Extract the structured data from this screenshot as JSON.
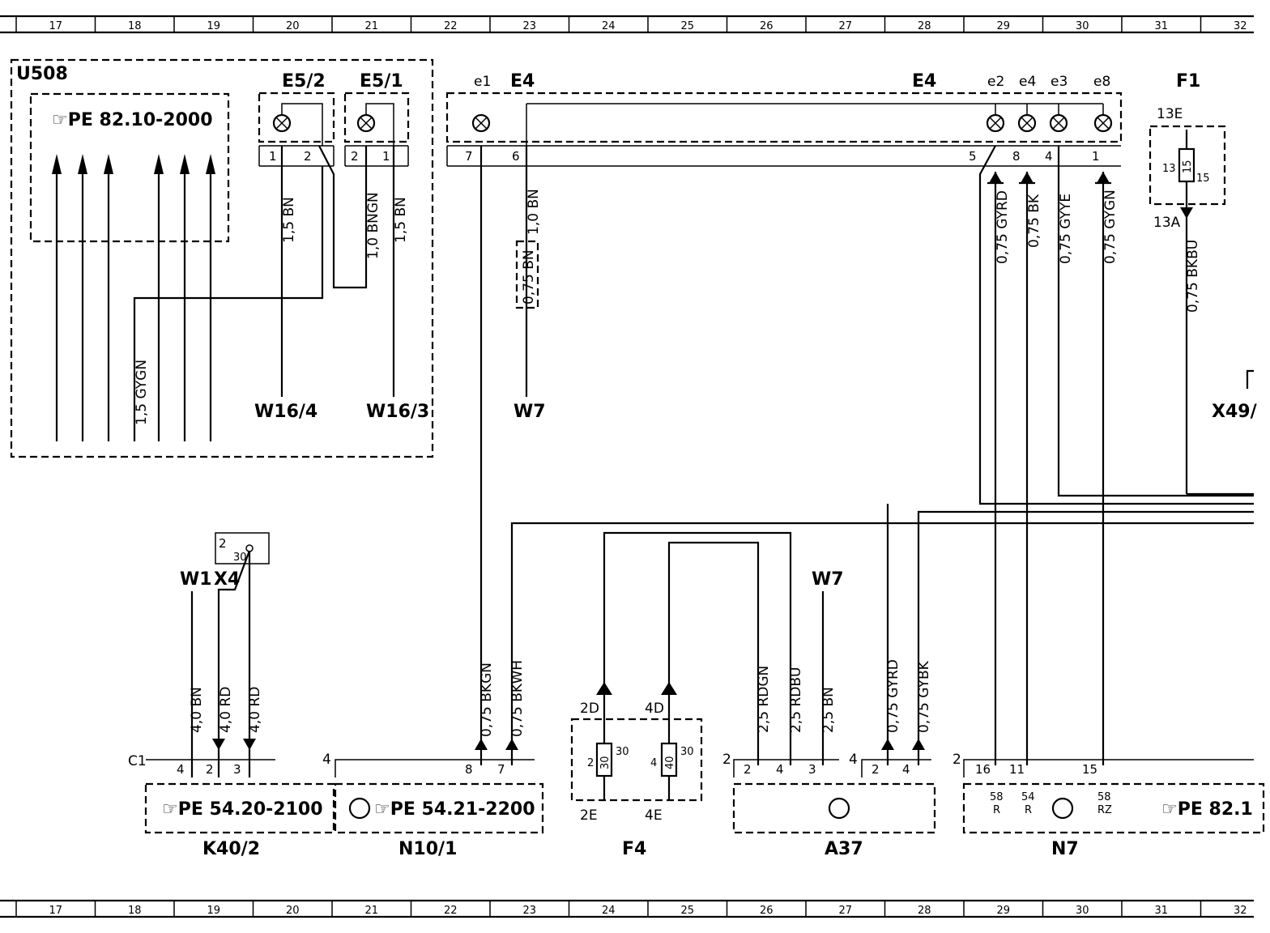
{
  "grid": [
    "17",
    "18",
    "19",
    "20",
    "21",
    "22",
    "23",
    "24",
    "25",
    "26",
    "27",
    "28",
    "29",
    "30",
    "31",
    "32"
  ],
  "components": {
    "U508": "U508",
    "E5_2": "E5/2",
    "E5_1": "E5/1",
    "E4_left": "E4",
    "E4_right": "E4",
    "F1": "F1",
    "K40_2": "K40/2",
    "N10_1": "N10/1",
    "F4": "F4",
    "A37": "A37",
    "N7": "N7",
    "W1": "W1",
    "X4": "X4",
    "W7_top": "W7",
    "W7_bottom": "W7",
    "W16_4": "W16/4",
    "W16_3": "W16/3",
    "X49": "X49/",
    "C1": "C1"
  },
  "refs": {
    "u508": "PE  82.10-2000",
    "k40": "PE  54.20-2100",
    "n10": "PE  54.21-2200",
    "n7": "PE  82.1"
  },
  "lamps": {
    "e1": "e1",
    "e2": "e2",
    "e4": "e4",
    "e3": "e3",
    "e8": "e8"
  },
  "fuses": {
    "f13E": "13E",
    "f13A": "13A",
    "f13": "13",
    "f15": "15",
    "f15b": "15",
    "f2D": "2D",
    "f4D": "4D",
    "f2E": "2E",
    "f4E": "4E",
    "f30a": "30",
    "f30b": "30",
    "f40": "40",
    "f30c": "30",
    "f30d": "30"
  },
  "wires": {
    "w1": "1,5  BN",
    "w2": "1,0  BNGN",
    "w3": "1,5  BN",
    "w4": "1,5  GYGN",
    "w5": "1,0  BN",
    "w6": "0,75  BN",
    "w7": "0,75  GYRD",
    "w8": "0,75  BK",
    "w9": "0,75  GYYE",
    "w10": "0,75  GYGN",
    "w11": "0,75  BKBU",
    "w12": "4,0  BN",
    "w13": "4,0  RD",
    "w14": "4,0  RD",
    "w15": "0,75  BKGN",
    "w16": "0,75  BKWH",
    "w17": "2,5  RDGN",
    "w18": "2,5  RDBU",
    "w19": "2,5  BN",
    "w20": "0,75  GYRD",
    "w21": "0,75  GYBK"
  },
  "pins": {
    "p1": "1",
    "p2": "2",
    "p3": "2",
    "p4": "1",
    "p5": "7",
    "p6": "6",
    "p7": "5",
    "p8": "8",
    "p9": "4",
    "p10": "1",
    "p11": "4",
    "p12": "2",
    "p13": "3",
    "p14": "4",
    "p15": "8",
    "p16": "7",
    "p17": "2",
    "p18": "2",
    "p19": "4",
    "p20": "3",
    "p21": "4",
    "p22": "2",
    "p23": "4",
    "p24": "2",
    "p25": "16",
    "p26": "11",
    "p27": "15",
    "p28": "2",
    "p29": "30",
    "p30": "2",
    "p31": "4"
  },
  "n7sub": {
    "a": "58",
    "b": "R",
    "c": "54",
    "d": "R",
    "e": "58",
    "f": "RZ"
  }
}
